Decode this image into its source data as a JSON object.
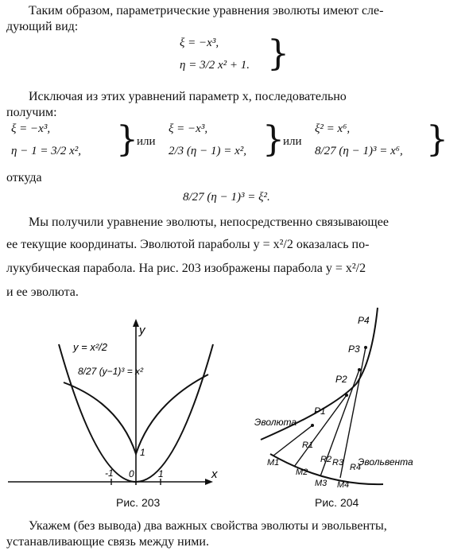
{
  "text": {
    "p1_l1": "Таким образом, параметрические уравнения эволюты имеют сле-",
    "p1_l2": "дующий вид:",
    "sys1_l1": "ξ = −x³,",
    "sys1_l2": "η = 3/2 x² + 1.",
    "p2_l1": "Исключая из этих уравнений параметр x, последовательно",
    "p2_l2": "получим:",
    "sA_l1": "ξ = −x³,",
    "sA_l2": "η − 1 = 3/2 x²,",
    "or1": "или",
    "sB_l1": "ξ = −x³,",
    "sB_l2": "2/3 (η − 1) = x²,",
    "or2": "или",
    "sC_l1": "ξ² = x⁶,",
    "sC_l2": "8/27 (η − 1)³ = x⁶,",
    "whence": "откуда",
    "final_eq": "8/27 (η − 1)³ = ξ².",
    "p3_l1": "Мы получили уравнение эволюты, непосредственно связывающее",
    "p3_l2": "ее текущие координаты. Эволютой параболы y = x²/2 оказалась по-",
    "p3_l3": "лукубическая парабола. На рис. 203 изображены парабола y = x²/2",
    "p3_l4": "и ее эволюта.",
    "p4_l1": "Укажем (без вывода) два важных свойства эволюты и эвольвенты,",
    "p4_l2": "устанавливающие связь между ними."
  },
  "fig203": {
    "caption": "Рис. 203",
    "label_parabola": "y = x²/2",
    "label_evolute": "8/27 (y−1)³ = x²",
    "axis_x": "x",
    "axis_y": "y",
    "tick_neg1": "-1",
    "tick_0": "0",
    "tick_1": "1",
    "tick_y1": "1"
  },
  "fig204": {
    "caption": "Рис. 204",
    "label_evolute": "Эволюта",
    "label_involute": "Эвольвента",
    "P1": "P1",
    "P2": "P2",
    "P3": "P3",
    "P4": "P4",
    "R1": "R1",
    "R2": "R2",
    "R3": "R3",
    "R4": "R4",
    "M1": "M1",
    "M2": "M2",
    "M3": "M3",
    "M4": "M4"
  }
}
